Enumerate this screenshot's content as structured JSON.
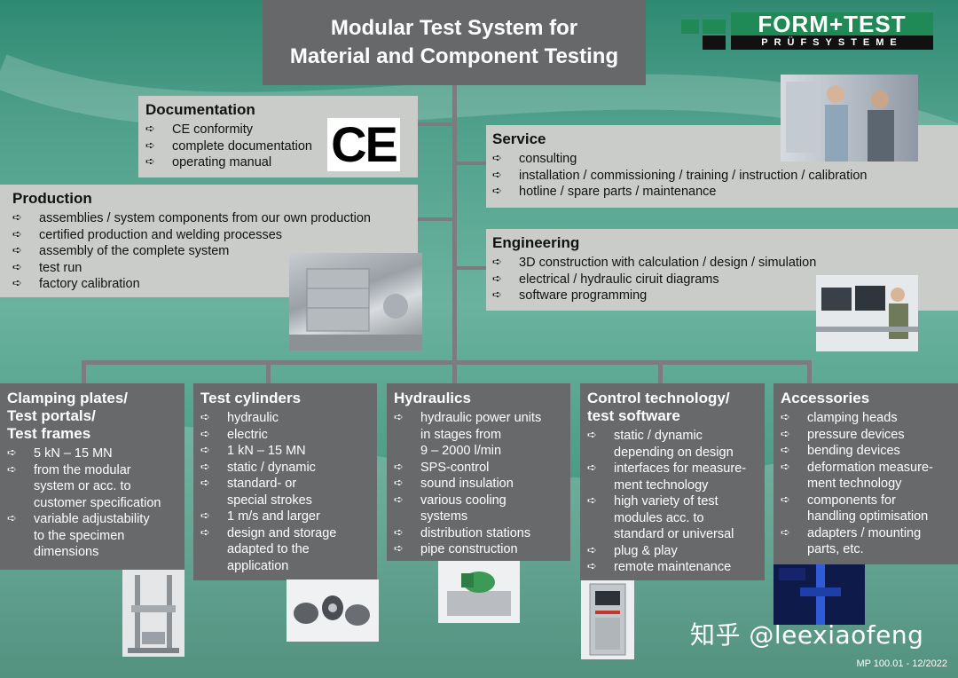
{
  "header": {
    "title_line1": "Modular Test System for",
    "title_line2": "Material and Component Testing",
    "logo_top": "FORM+TEST",
    "logo_bottom": "PRÜFSYSTEME"
  },
  "documentation": {
    "heading": "Documentation",
    "items": [
      "CE conformity",
      "complete documentation",
      "operating manual"
    ],
    "mark": "CE"
  },
  "production": {
    "heading": "Production",
    "items": [
      "assemblies / system components from our own production",
      "certified production and welding processes",
      "assembly of the complete system",
      "test run",
      "factory calibration"
    ]
  },
  "service": {
    "heading": "Service",
    "items": [
      "consulting",
      "installation / commissioning / training / instruction / calibration",
      "hotline / spare parts / maintenance"
    ]
  },
  "engineering": {
    "heading": "Engineering",
    "items": [
      "3D construction with calculation / design / simulation",
      "electrical / hydraulic ciruit diagrams",
      "software programming"
    ]
  },
  "columns": [
    {
      "heading_lines": [
        "Clamping plates/",
        "Test portals/",
        "Test frames"
      ],
      "items": [
        [
          "5 kN – 15 MN"
        ],
        [
          "from the modular",
          "system or acc. to",
          "customer specification"
        ],
        [
          "variable adjustability",
          "to the specimen",
          "dimensions"
        ]
      ]
    },
    {
      "heading_lines": [
        "Test cylinders"
      ],
      "items": [
        [
          "hydraulic"
        ],
        [
          "electric"
        ],
        [
          "1 kN – 15 MN"
        ],
        [
          "static / dynamic"
        ],
        [
          "standard- or",
          "special strokes"
        ],
        [
          "1 m/s and larger"
        ],
        [
          "design and storage",
          "adapted to the",
          "application"
        ]
      ]
    },
    {
      "heading_lines": [
        "Hydraulics"
      ],
      "items": [
        [
          "hydraulic power units",
          "in stages from",
          "9 – 2000 l/min"
        ],
        [
          "SPS-control"
        ],
        [
          "sound insulation"
        ],
        [
          "various cooling",
          "systems"
        ],
        [
          "distribution stations"
        ],
        [
          "pipe construction"
        ]
      ]
    },
    {
      "heading_lines": [
        "Control technology/",
        "test software"
      ],
      "items": [
        [
          "static / dynamic",
          "depending on design"
        ],
        [
          "interfaces for measure-",
          "ment technology"
        ],
        [
          "high variety of test",
          "modules acc. to",
          "standard or universal"
        ],
        [
          "plug & play"
        ],
        [
          "remote maintenance"
        ]
      ]
    },
    {
      "heading_lines": [
        "Accessories"
      ],
      "items": [
        [
          "clamping heads"
        ],
        [
          "pressure devices"
        ],
        [
          "bending devices"
        ],
        [
          "deformation measure-",
          "ment technology"
        ],
        [
          "components for",
          "handling optimisation"
        ],
        [
          "adapters / mounting",
          "parts, etc."
        ]
      ]
    }
  ],
  "arrow_glyph": "➪",
  "footer": {
    "watermark": "知乎 @leexiaofeng",
    "doc_number": "MP 100.01 - 12/2022"
  },
  "colors": {
    "accent_green": "#1f8a55",
    "box_dark": "#68696a",
    "box_light": "#c9ccc9"
  }
}
